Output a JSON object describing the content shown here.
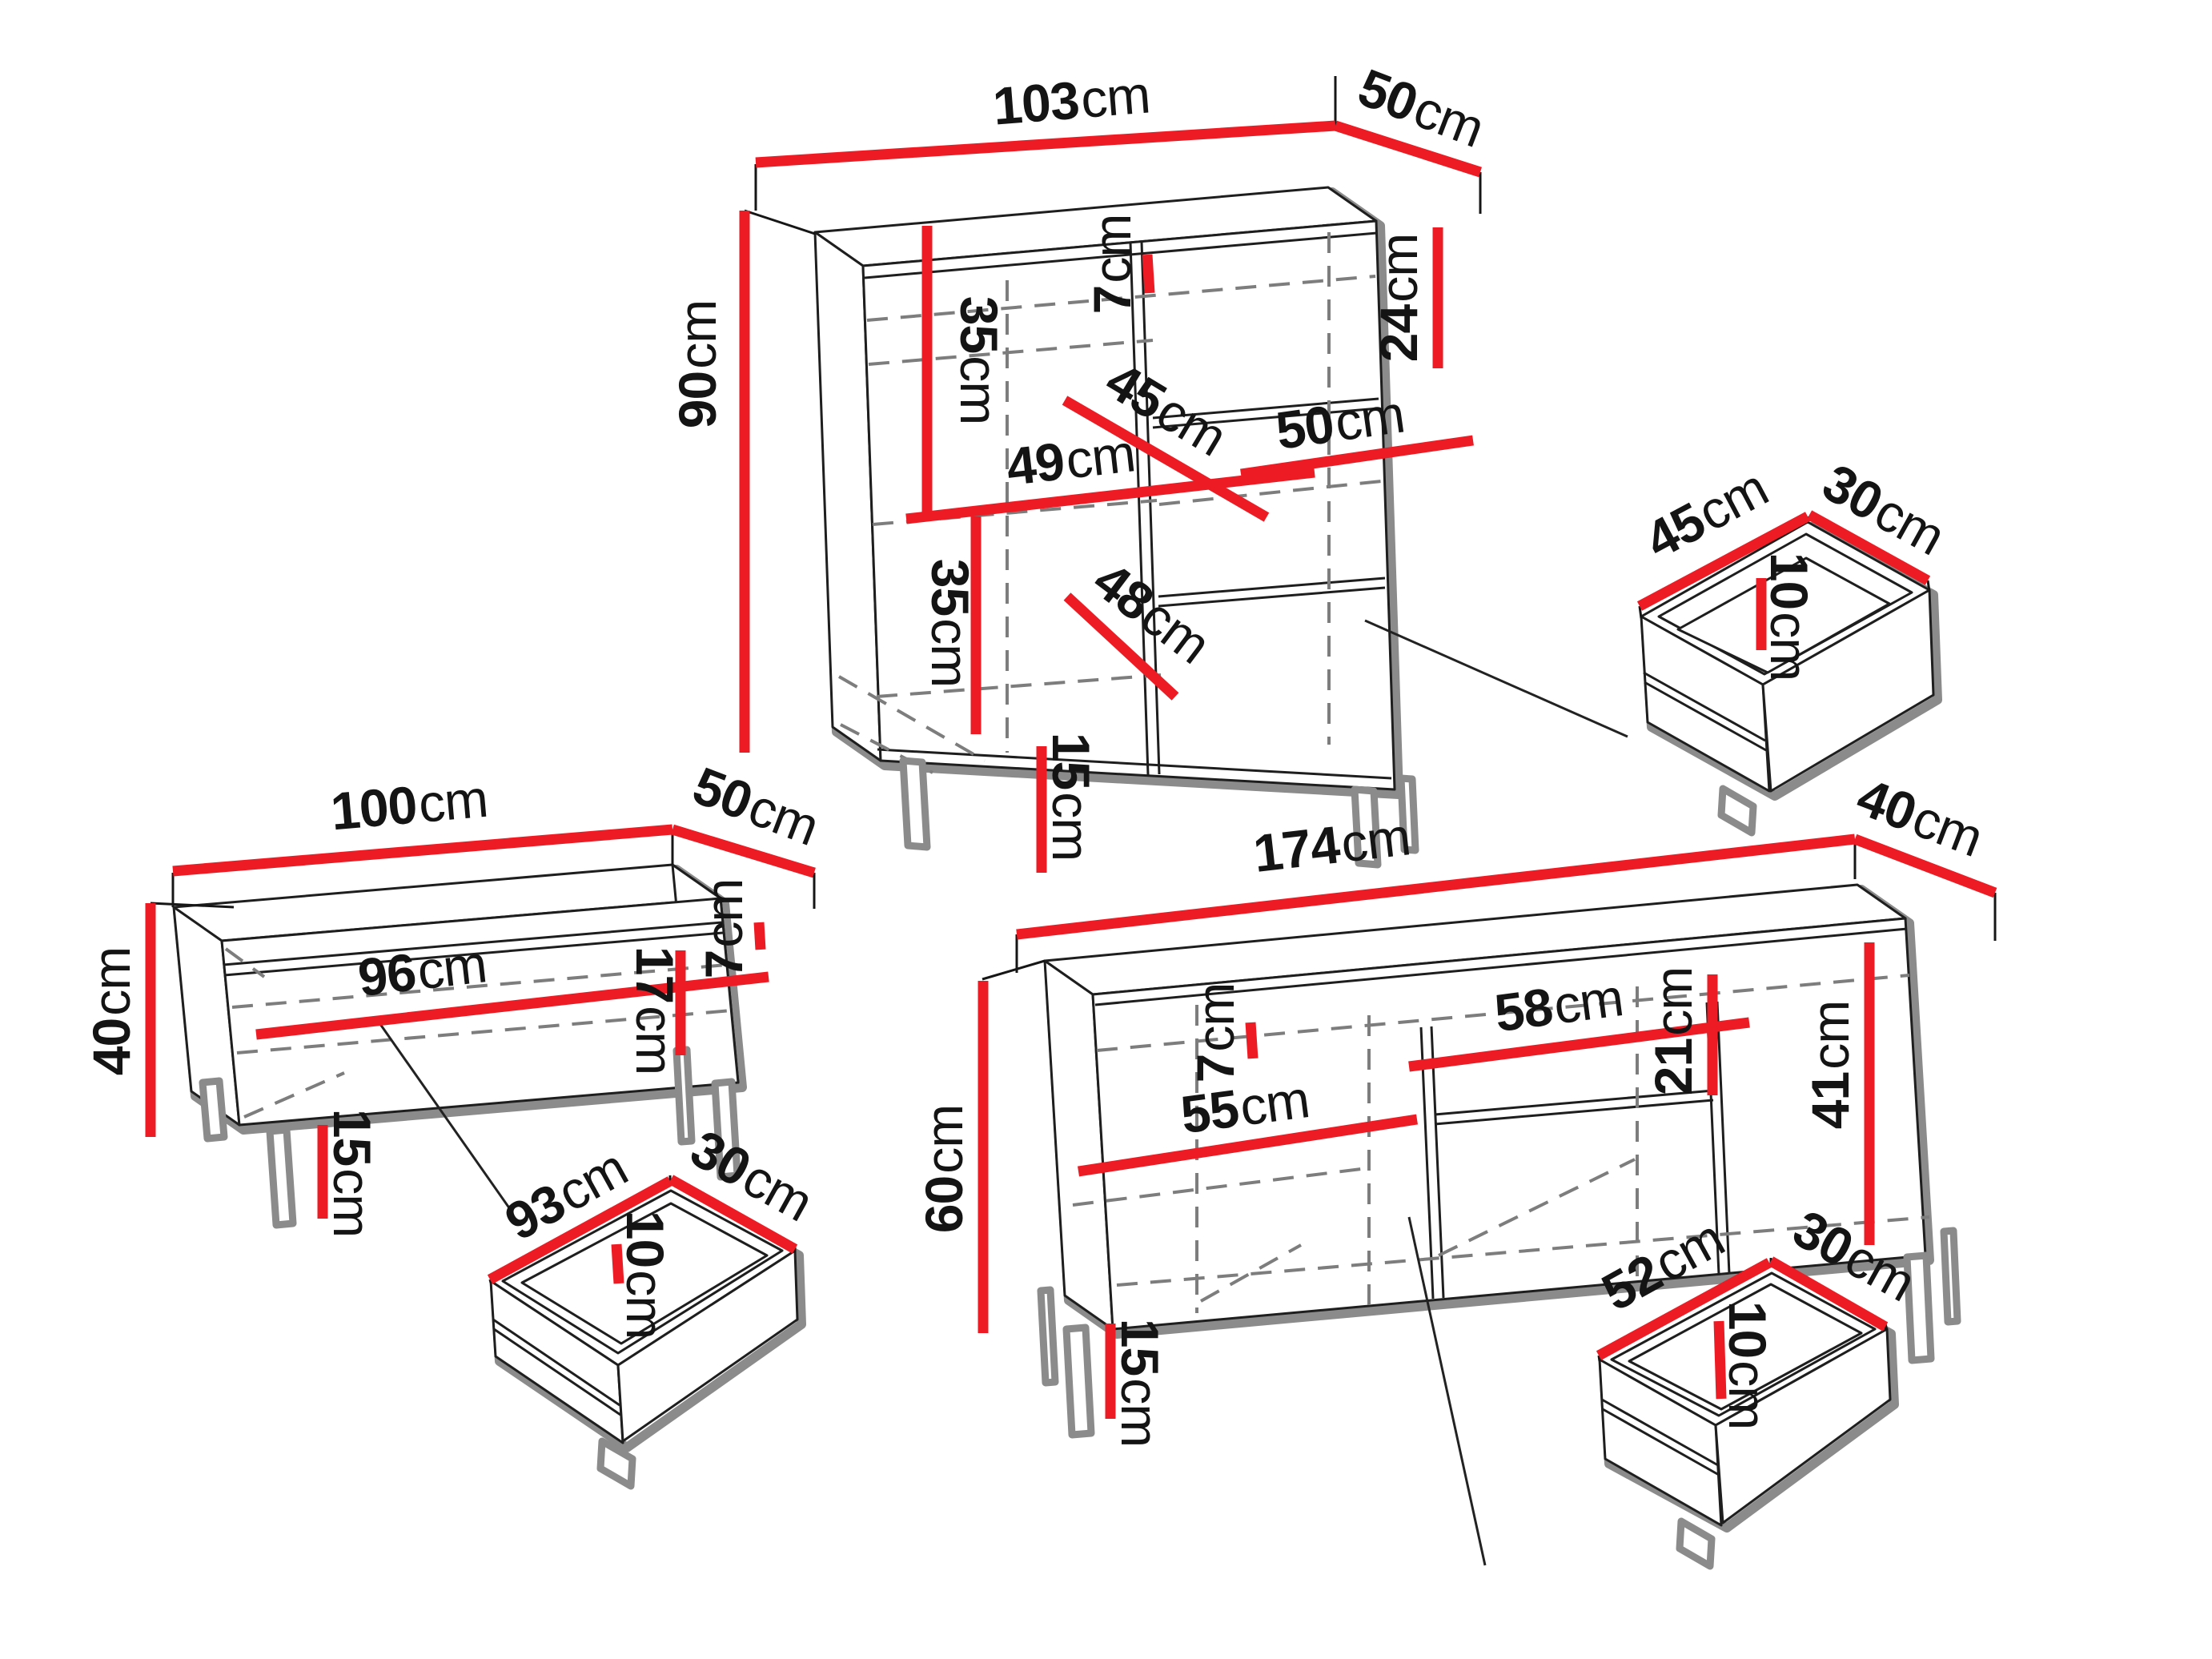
{
  "diagram": {
    "unit": "cm",
    "colors": {
      "dimension_line": "#ed1c24",
      "outline_shadow": "#8b8b8b",
      "outline": "#1e1e1e",
      "hidden_line": "#7d7d7d",
      "label_text": "#141414",
      "background": "#ffffff"
    },
    "items": {
      "sideboard": {
        "label": "sideboard",
        "width": "103",
        "depth": "50",
        "height": "90",
        "top_inset": "7",
        "upper_section_height": "35",
        "top_drawer_height": "24",
        "shelf_diagonal": "45",
        "shelf_width": "49",
        "drawer_width": "50",
        "lower_section_height": "35",
        "lower_diagonal": "48",
        "leg_height": "15"
      },
      "small_drawer": {
        "label": "small drawer",
        "width": "45",
        "depth": "30",
        "height": "10"
      },
      "coffee_table": {
        "label": "coffee table",
        "width": "100",
        "depth": "50",
        "height": "40",
        "inner_width": "96",
        "top_inset": "7",
        "inner_height": "17",
        "leg_height": "15"
      },
      "long_drawer": {
        "label": "long drawer",
        "width": "93",
        "depth": "30",
        "height": "10"
      },
      "tv_stand": {
        "label": "tv stand",
        "width": "174",
        "depth": "40",
        "height": "60",
        "top_inset": "7",
        "middle_width": "58",
        "drawer_height": "21",
        "door_inner_height": "41",
        "door_width": "55",
        "leg_height": "15"
      },
      "medium_drawer": {
        "label": "medium drawer",
        "width": "52",
        "depth": "30",
        "height": "10"
      }
    }
  }
}
